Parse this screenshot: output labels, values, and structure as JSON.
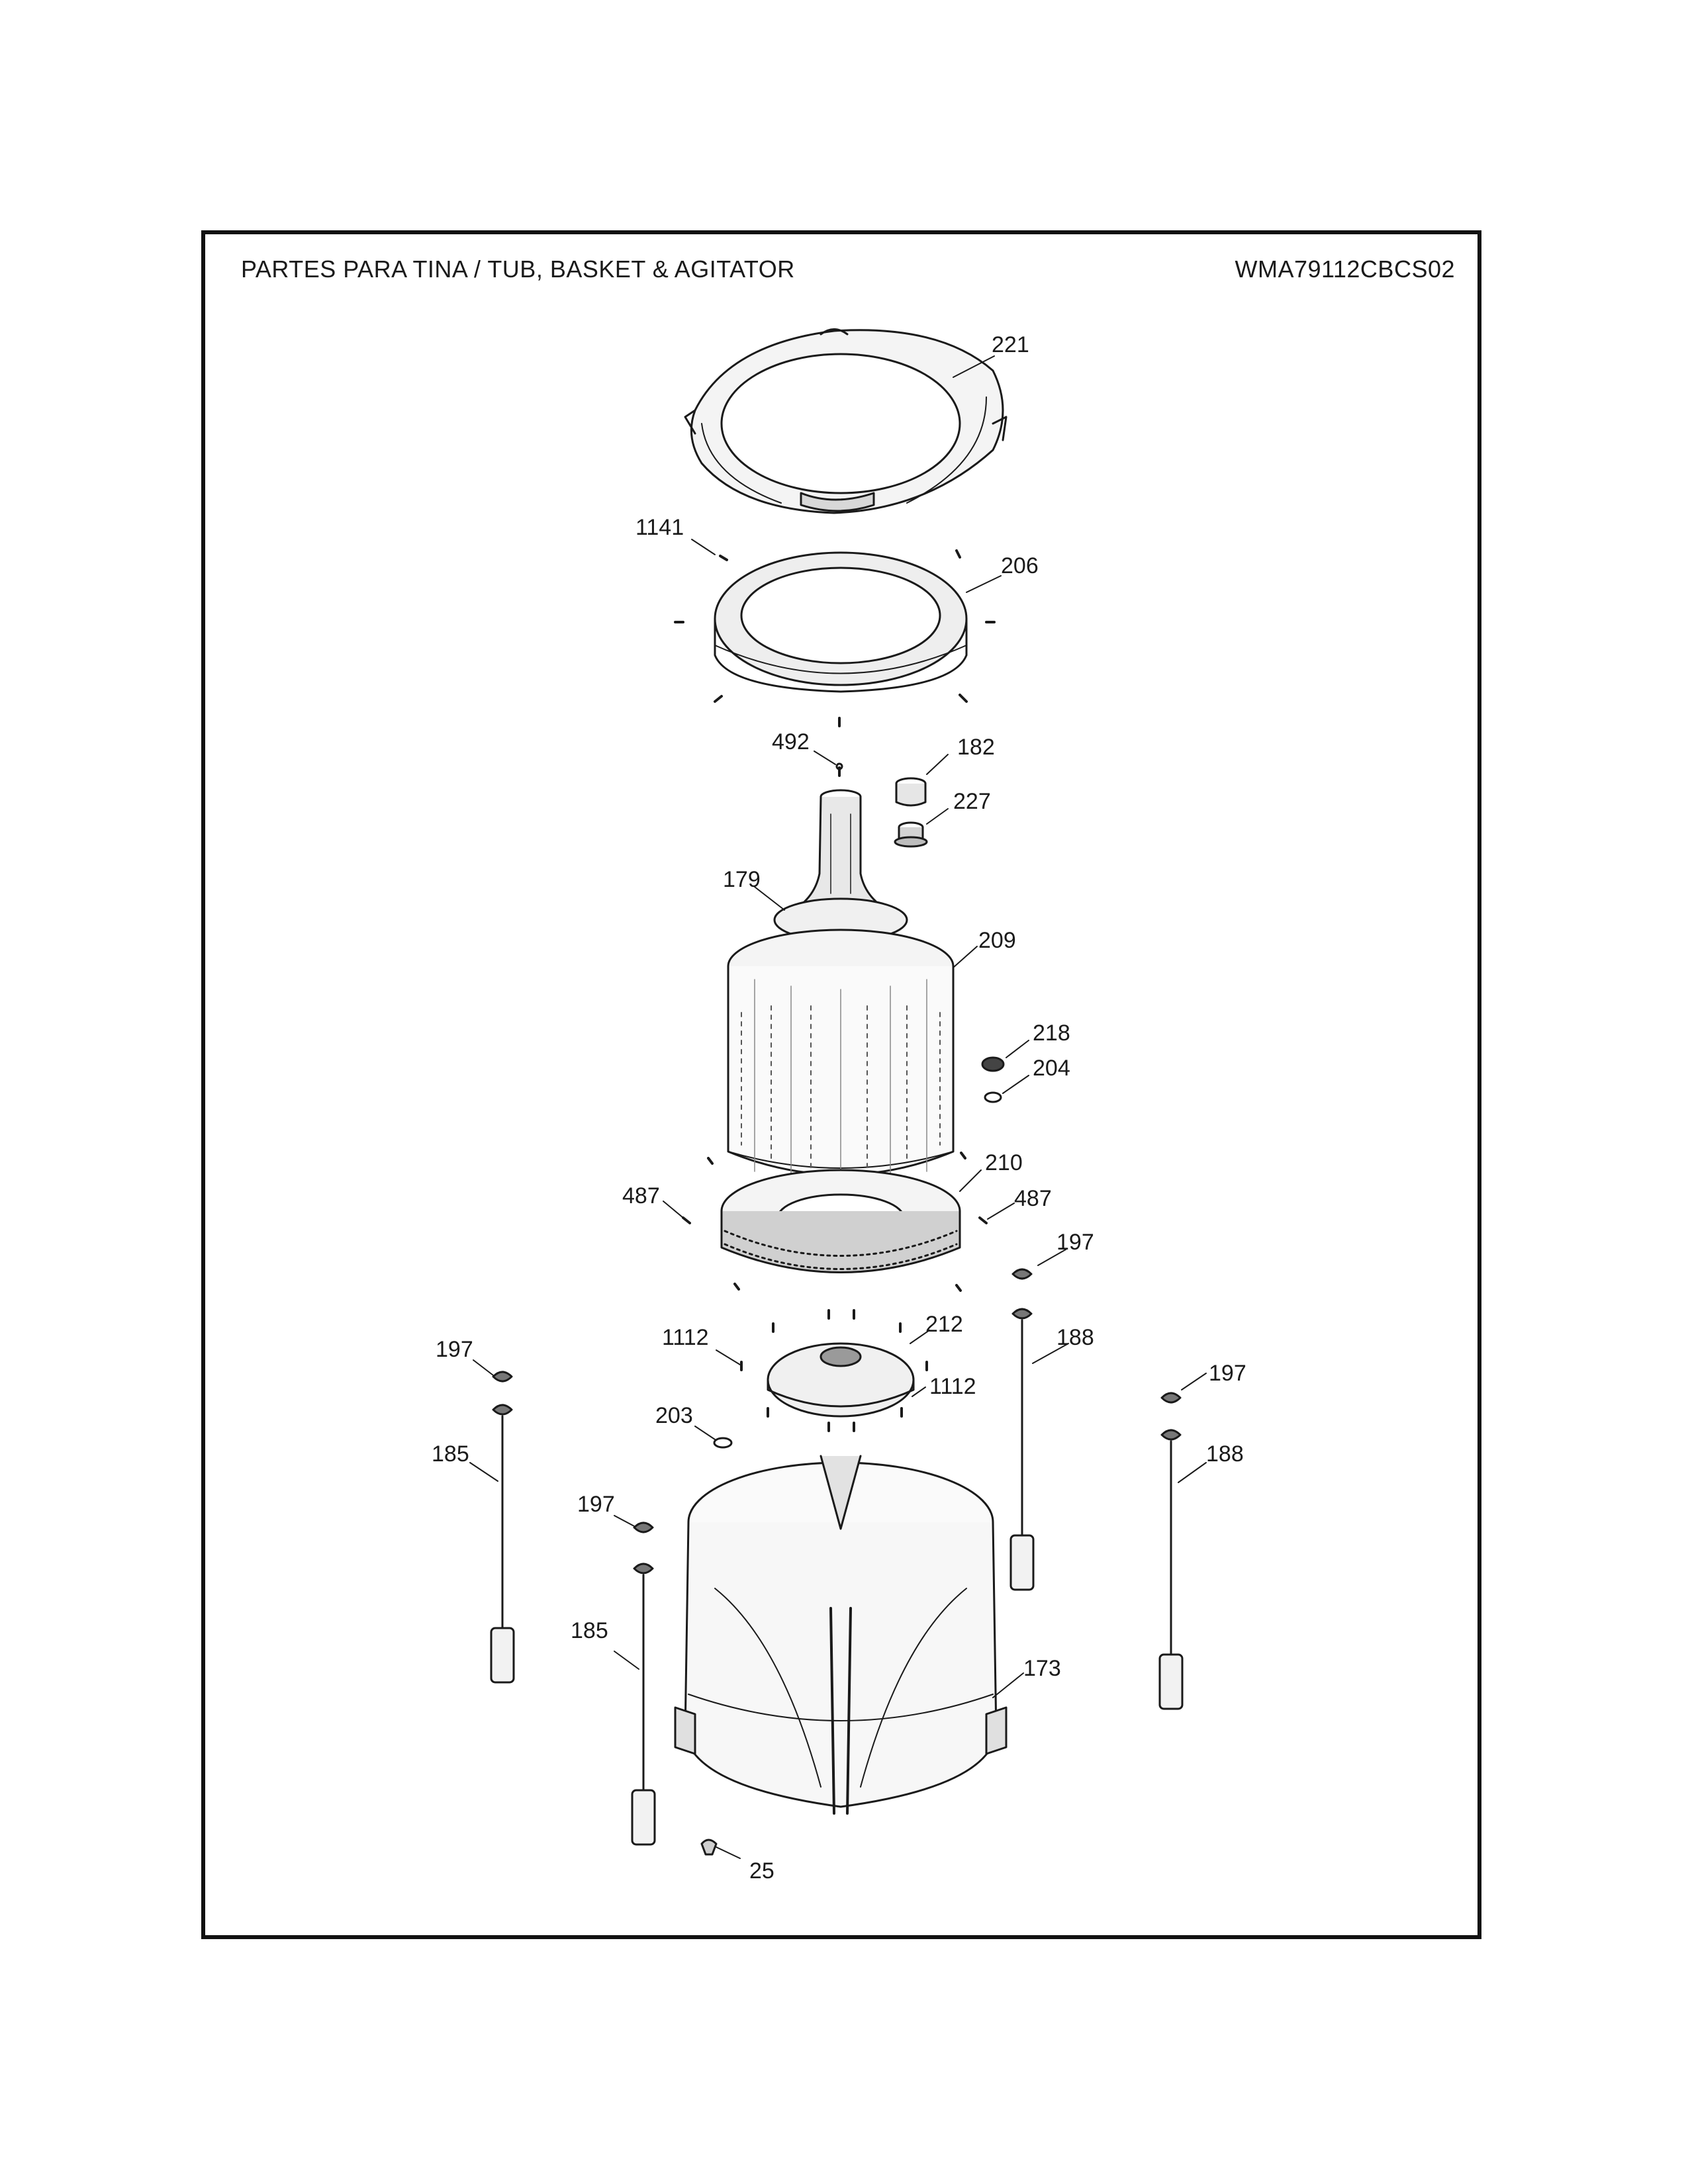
{
  "header": {
    "title": "PARTES PARA TINA  /  TUB, BASKET & AGITATOR",
    "model": "WMA79112CBCS02"
  },
  "callouts": {
    "p221": "221",
    "p1141": "1141",
    "p206": "206",
    "p492": "492",
    "p182": "182",
    "p227": "227",
    "p179": "179",
    "p209": "209",
    "p218": "218",
    "p204": "204",
    "p210": "210",
    "p487_left": "487",
    "p487_right": "487",
    "p197_a": "197",
    "p197_b": "197",
    "p197_c": "197",
    "p197_d": "197",
    "p1112_a": "1112",
    "p1112_b": "1112",
    "p212": "212",
    "p188_a": "188",
    "p188_b": "188",
    "p203": "203",
    "p185_a": "185",
    "p185_b": "185",
    "p173": "173",
    "p25": "25"
  },
  "colors": {
    "line": "#1a1a1a",
    "fill": "#f4f4f4",
    "shade": "#bdbdbd"
  }
}
